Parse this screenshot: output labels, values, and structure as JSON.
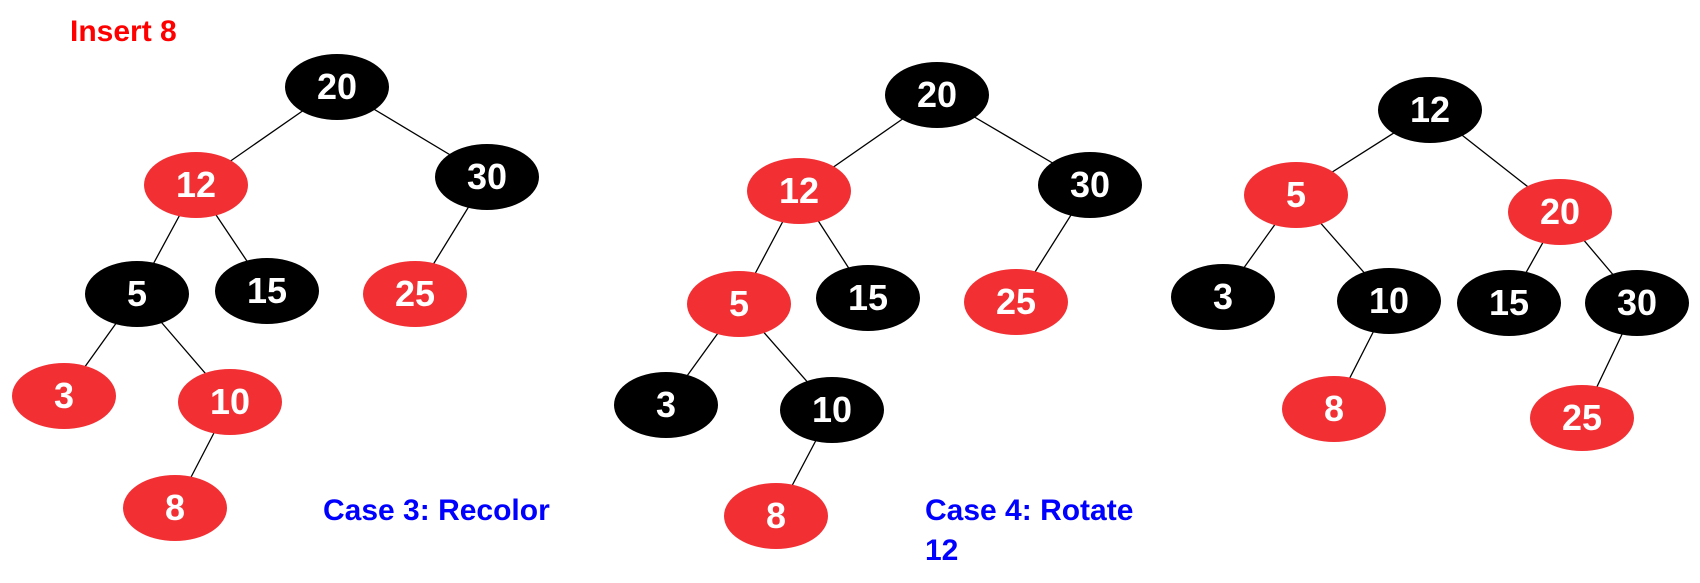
{
  "title": {
    "text": "Insert 8",
    "color": "#ff0000"
  },
  "colors": {
    "red": "#f23034",
    "black": "#000000",
    "label": "#ffffff",
    "caption": "#0000ff"
  },
  "captions": [
    {
      "id": "case3",
      "lines": [
        "Case 3: Recolor"
      ]
    },
    {
      "id": "case4",
      "lines": [
        "Case 4: Rotate",
        "12"
      ]
    }
  ],
  "trees": [
    {
      "id": "before",
      "nodes": [
        {
          "id": "n20",
          "value": "20",
          "color": "black"
        },
        {
          "id": "n12",
          "value": "12",
          "color": "red"
        },
        {
          "id": "n30",
          "value": "30",
          "color": "black"
        },
        {
          "id": "n5",
          "value": "5",
          "color": "black"
        },
        {
          "id": "n15",
          "value": "15",
          "color": "black"
        },
        {
          "id": "n25",
          "value": "25",
          "color": "red"
        },
        {
          "id": "n3",
          "value": "3",
          "color": "red"
        },
        {
          "id": "n10",
          "value": "10",
          "color": "red"
        },
        {
          "id": "n8",
          "value": "8",
          "color": "red"
        }
      ],
      "edges": [
        [
          "n20",
          "n12"
        ],
        [
          "n20",
          "n30"
        ],
        [
          "n12",
          "n5"
        ],
        [
          "n12",
          "n15"
        ],
        [
          "n30",
          "n25"
        ],
        [
          "n5",
          "n3"
        ],
        [
          "n5",
          "n10"
        ],
        [
          "n10",
          "n8"
        ]
      ]
    },
    {
      "id": "recolored",
      "nodes": [
        {
          "id": "n20",
          "value": "20",
          "color": "black"
        },
        {
          "id": "n12",
          "value": "12",
          "color": "red"
        },
        {
          "id": "n30",
          "value": "30",
          "color": "black"
        },
        {
          "id": "n5",
          "value": "5",
          "color": "red"
        },
        {
          "id": "n15",
          "value": "15",
          "color": "black"
        },
        {
          "id": "n25",
          "value": "25",
          "color": "red"
        },
        {
          "id": "n3",
          "value": "3",
          "color": "black"
        },
        {
          "id": "n10",
          "value": "10",
          "color": "black"
        },
        {
          "id": "n8",
          "value": "8",
          "color": "red"
        }
      ],
      "edges": [
        [
          "n20",
          "n12"
        ],
        [
          "n20",
          "n30"
        ],
        [
          "n12",
          "n5"
        ],
        [
          "n12",
          "n15"
        ],
        [
          "n30",
          "n25"
        ],
        [
          "n5",
          "n3"
        ],
        [
          "n5",
          "n10"
        ],
        [
          "n10",
          "n8"
        ]
      ]
    },
    {
      "id": "rotated",
      "nodes": [
        {
          "id": "n12",
          "value": "12",
          "color": "black"
        },
        {
          "id": "n5",
          "value": "5",
          "color": "red"
        },
        {
          "id": "n20",
          "value": "20",
          "color": "red"
        },
        {
          "id": "n3",
          "value": "3",
          "color": "black"
        },
        {
          "id": "n10",
          "value": "10",
          "color": "black"
        },
        {
          "id": "n15",
          "value": "15",
          "color": "black"
        },
        {
          "id": "n30",
          "value": "30",
          "color": "black"
        },
        {
          "id": "n8",
          "value": "8",
          "color": "red"
        },
        {
          "id": "n25",
          "value": "25",
          "color": "red"
        }
      ],
      "edges": [
        [
          "n12",
          "n5"
        ],
        [
          "n12",
          "n20"
        ],
        [
          "n5",
          "n3"
        ],
        [
          "n5",
          "n10"
        ],
        [
          "n20",
          "n15"
        ],
        [
          "n20",
          "n30"
        ],
        [
          "n10",
          "n8"
        ],
        [
          "n30",
          "n25"
        ]
      ]
    }
  ]
}
